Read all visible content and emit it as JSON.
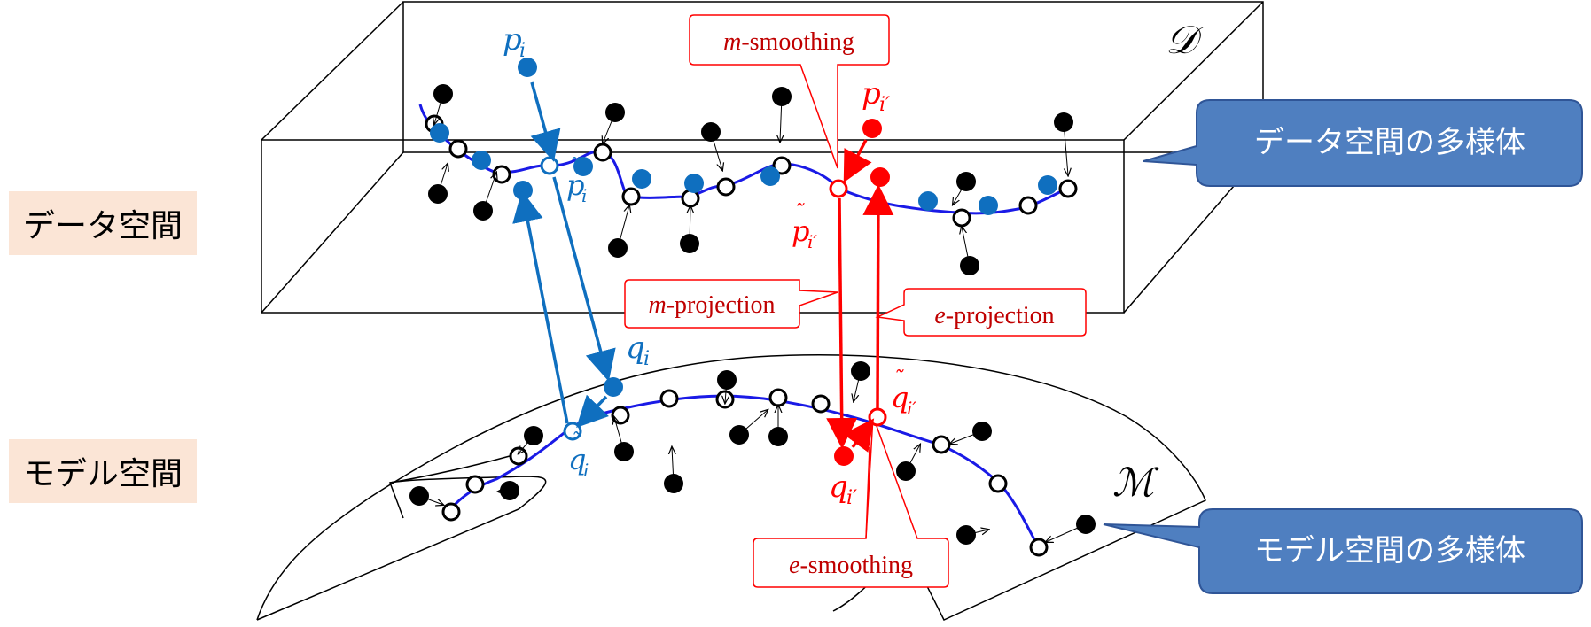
{
  "labels": {
    "data_space": "データ空間",
    "model_space": "モデル空間"
  },
  "manifold_symbols": {
    "data": "𝒟",
    "model": "ℳ"
  },
  "bubbles": {
    "data_manifold": "データ空間の多様体",
    "model_manifold": "モデル空間の多様体"
  },
  "callouts": {
    "m_smoothing_prefix": "m",
    "m_smoothing_suffix": "-smoothing",
    "m_projection_prefix": "m",
    "m_projection_suffix": "-projection",
    "e_projection_prefix": "e",
    "e_projection_suffix": "-projection",
    "e_smoothing_prefix": "e",
    "e_smoothing_suffix": "-smoothing"
  },
  "math_labels": {
    "p_i": {
      "base": "p",
      "sub": "i",
      "tilde": false
    },
    "p_tilde_i": {
      "base": "p",
      "sub": "i",
      "tilde": true
    },
    "q_i": {
      "base": "q",
      "sub": "i",
      "tilde": false
    },
    "q_tilde_i": {
      "base": "q",
      "sub": "i",
      "tilde": true
    },
    "p_iprime": {
      "base": "p",
      "sub": "i′",
      "tilde": false
    },
    "p_tilde_iprime": {
      "base": "p",
      "sub": "i′",
      "tilde": true
    },
    "q_iprime": {
      "base": "q",
      "sub": "i′",
      "tilde": false
    },
    "q_tilde_iprime": {
      "base": "q",
      "sub": "i′",
      "tilde": true
    }
  },
  "colors": {
    "blue_point": "#0f6fbf",
    "curve": "#1a1ae6",
    "red": "#ff0000",
    "bubble_fill": "#4f7fc0",
    "bubble_stroke": "#2f5597",
    "label_bg": "#fbe5d6"
  }
}
